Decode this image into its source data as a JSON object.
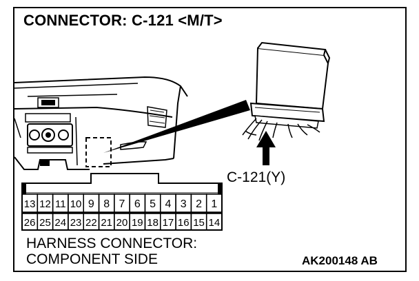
{
  "title": "CONNECTOR: C-121 <M/T>",
  "connector_label": "C-121(Y)",
  "caption_line1": "HARNESS CONNECTOR:",
  "caption_line2": "COMPONENT SIDE",
  "figure_code": "AK200148 AB",
  "pins_top": [
    "13",
    "12",
    "11",
    "10",
    "9",
    "8",
    "7",
    "6",
    "5",
    "4",
    "3",
    "2",
    "1"
  ],
  "pins_bottom": [
    "26",
    "25",
    "24",
    "23",
    "22",
    "21",
    "20",
    "19",
    "18",
    "17",
    "16",
    "15",
    "14"
  ],
  "icons": [
    "dashboard-illustration",
    "ecu-module-illustration",
    "arrow-up-icon"
  ]
}
